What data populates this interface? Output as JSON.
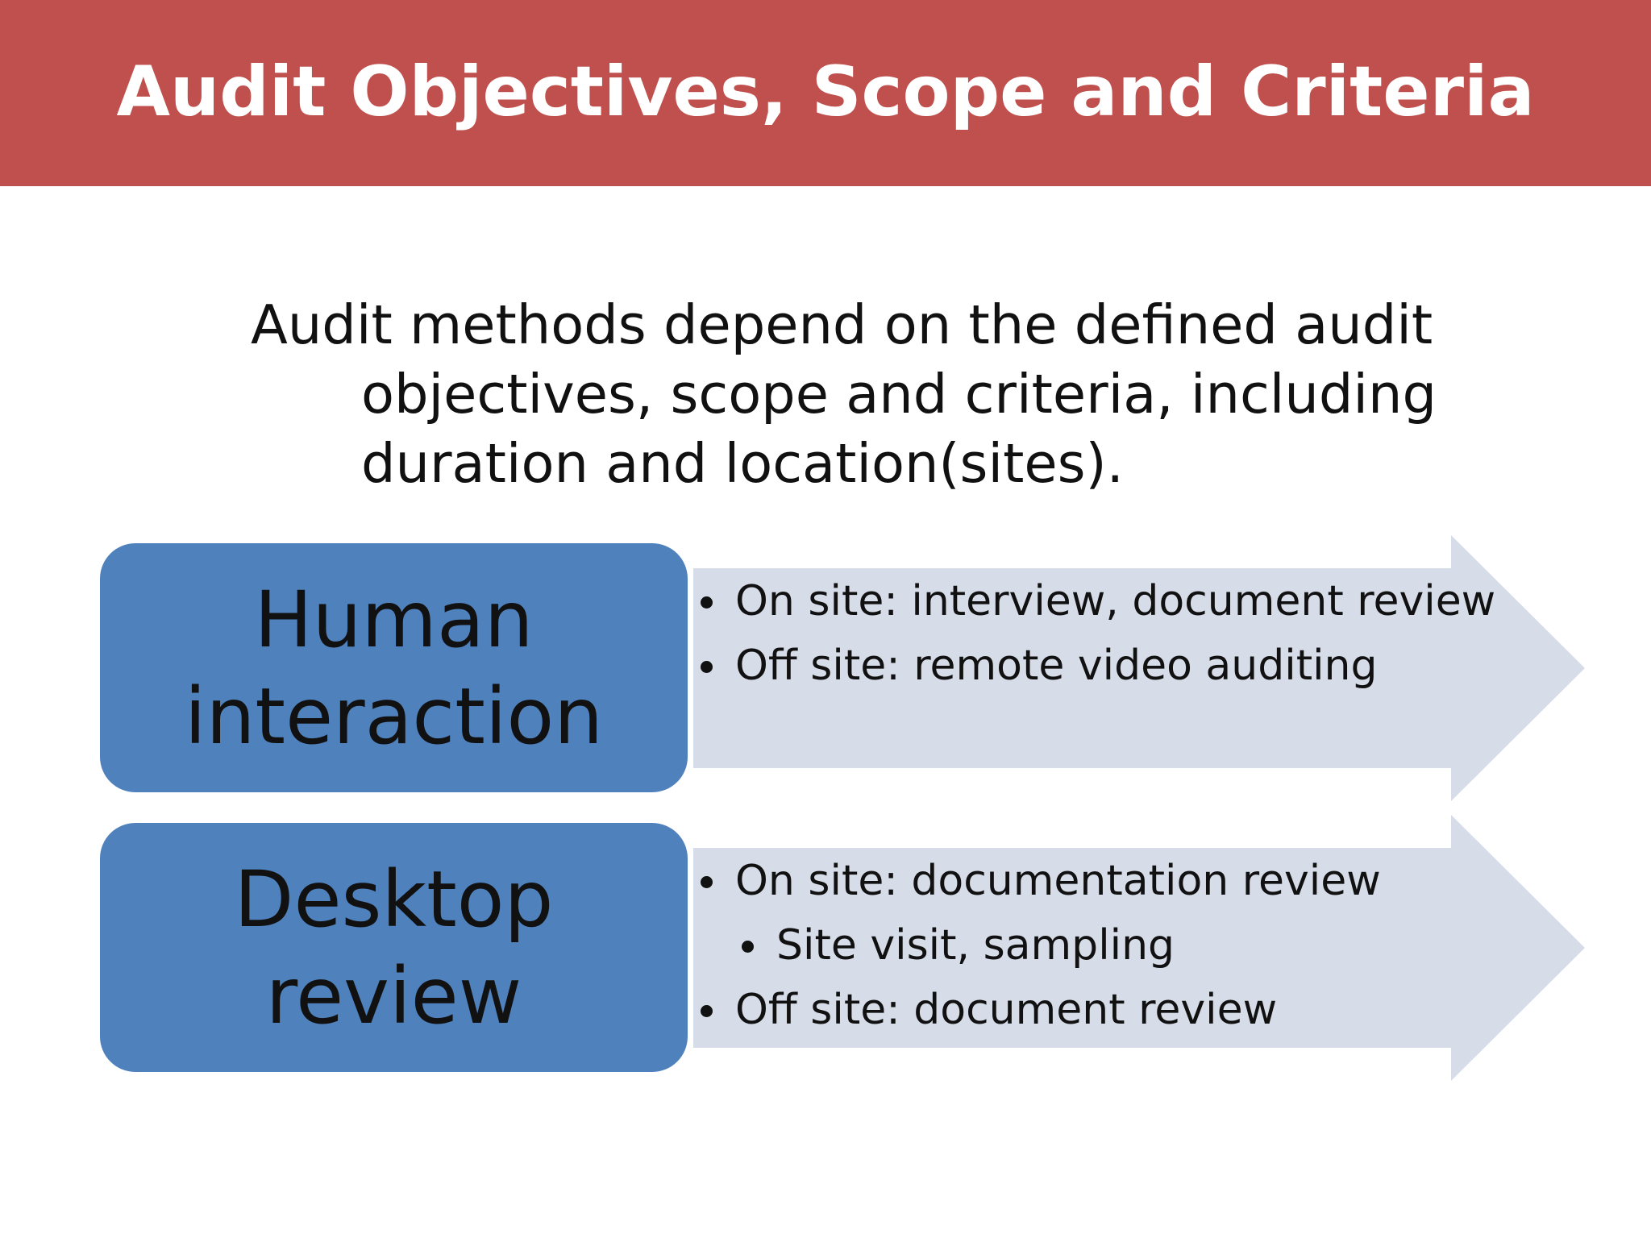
{
  "title": "Audit Objectives, Scope and Criteria",
  "intro": "Audit methods depend on the defined audit objectives, scope and criteria, including duration and location(sites).",
  "colors": {
    "header": "#c0504d",
    "box": "#4f81bd",
    "arrow": "#d6dce8"
  },
  "rows": [
    {
      "box_line1": "Human",
      "box_line2": "interaction",
      "bullets": [
        "On site: interview, document review",
        "Off site: remote video auditing"
      ]
    },
    {
      "box_line1": "Desktop",
      "box_line2": "review",
      "bullets": [
        "On site: documentation review",
        "Site visit, sampling",
        "Off site: document review"
      ]
    }
  ]
}
